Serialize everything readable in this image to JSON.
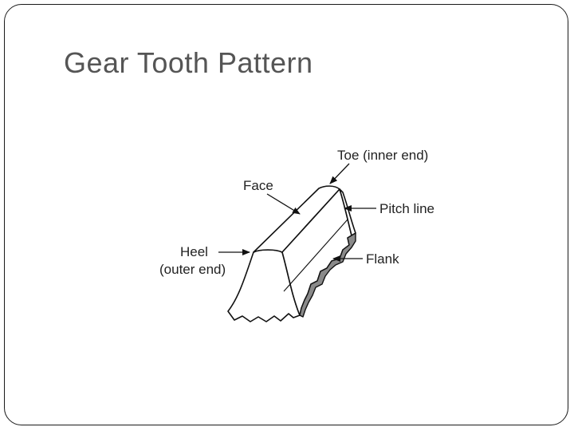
{
  "slide": {
    "title": "Gear Tooth Pattern"
  },
  "diagram": {
    "labels": {
      "toe": "Toe (inner end)",
      "face": "Face",
      "pitch_line": "Pitch line",
      "heel_line1": "Heel",
      "heel_line2": "(outer end)",
      "flank": "Flank"
    }
  }
}
